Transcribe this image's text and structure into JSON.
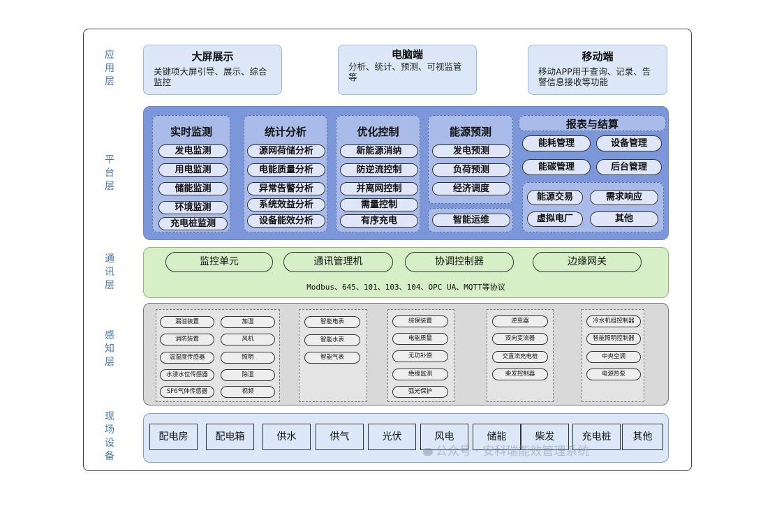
{
  "layers": {
    "app": "应\n用\n层",
    "platform": "平\n台\n层",
    "comm": "通\n讯\n层",
    "sense": "感\n知\n层",
    "field": "现\n场\n设\n备"
  },
  "app_layer": [
    {
      "title": "大屏展示",
      "desc": "关键项大屏引导、展示、综合监控"
    },
    {
      "title": "电脑端",
      "desc": "分析、统计、预测、可视监管等"
    },
    {
      "title": "移动端",
      "desc": "移动APP用于查询、记录、告警信息接收等功能"
    }
  ],
  "platform_layer": {
    "columns": [
      {
        "title": "实时监测",
        "items": [
          "发电监测",
          "用电监测",
          "储能监测",
          "环境监测",
          "充电桩监测"
        ]
      },
      {
        "title": "统计分析",
        "items": [
          "源网荷储分析",
          "电能质量分析",
          "异常告警分析",
          "系统效益分析",
          "设备能效分析"
        ]
      },
      {
        "title": "优化控制",
        "items": [
          "新能源消纳",
          "防逆流控制",
          "并离网控制",
          "需量控制",
          "有序充电"
        ]
      },
      {
        "title": "能源预测",
        "items": [
          "发电预测",
          "负荷预测",
          "经济调度"
        ]
      }
    ],
    "extra_item": "智能运维",
    "report": {
      "title": "报表与结算",
      "items": [
        "能耗管理",
        "设备管理",
        "能碳管理",
        "后台管理"
      ]
    },
    "trade": [
      "能源交易",
      "需求响应",
      "虚拟电厂",
      "其他"
    ]
  },
  "comm_layer": {
    "items": [
      "监控单元",
      "通讯管理机",
      "协调控制器",
      "边缘网关"
    ],
    "protocols": "Modbus、645、101、103、104、OPC UA、MQTT等协议"
  },
  "sense_layer": {
    "groups": [
      [
        "漏溢装置",
        "加湿",
        "消防装置",
        "风机",
        "温湿度传感器",
        "照明",
        "水浸水位传感器",
        "除湿",
        "SF6气体传感器",
        "视频"
      ],
      [
        "智能电表",
        "智能水表",
        "智能气表"
      ],
      [
        "综保装置",
        "电能质量",
        "无功补偿",
        "绝缘监测",
        "弧光保护"
      ],
      [
        "逆变器",
        "双向变流器",
        "交直流充电桩",
        "柴发控制器"
      ],
      [
        "冷水机组控制器",
        "智能照明控制器",
        "中央空调",
        "电源热泵"
      ]
    ]
  },
  "field_layer": [
    "配电房",
    "配电箱",
    "供水",
    "供气",
    "光伏",
    "风电",
    "储能",
    "柴发",
    "充电桩",
    "其他"
  ],
  "watermark": "公众号 · 安科瑞能效管理系统"
}
